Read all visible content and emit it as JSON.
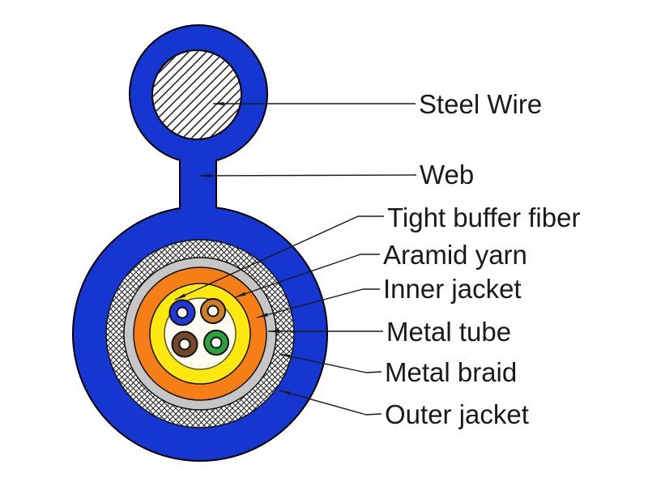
{
  "page": {
    "background": "#ffffff",
    "description": "Cross-section diagram of a figure-8 self-supporting fiber optic cable"
  },
  "colors": {
    "outline": "#000000",
    "jacket_blue": "#1636d1",
    "hatch_line": "#2a2a2a",
    "crosshatch_line": "#1f1f1f",
    "braid_background": "#ffffff",
    "steel_wire_background": "#fdfdfb",
    "metal_tube_gray": "#c6c6c6",
    "inner_jacket_orange": "#f57e17",
    "aramid_yellow": "#fde910",
    "core_white": "#fcfcf0",
    "fiber_blue": "#2238d4",
    "fiber_orange": "#d07f28",
    "fiber_brown": "#74462a",
    "fiber_green": "#2ba23e",
    "fiber_hole_white": "#ffffff",
    "leader_line": "#1a1a1a",
    "label_text": "#1a1a1a"
  },
  "labels": [
    {
      "id": "steel-wire",
      "text": "Steel Wire"
    },
    {
      "id": "web",
      "text": "Web"
    },
    {
      "id": "tight-buffer-fiber",
      "text": "Tight buffer fiber"
    },
    {
      "id": "aramid-yarn",
      "text": "Aramid yarn"
    },
    {
      "id": "inner-jacket",
      "text": "Inner jacket"
    },
    {
      "id": "metal-tube",
      "text": "Metal tube"
    },
    {
      "id": "metal-braid",
      "text": "Metal braid"
    },
    {
      "id": "outer-jacket",
      "text": "Outer jacket"
    }
  ]
}
